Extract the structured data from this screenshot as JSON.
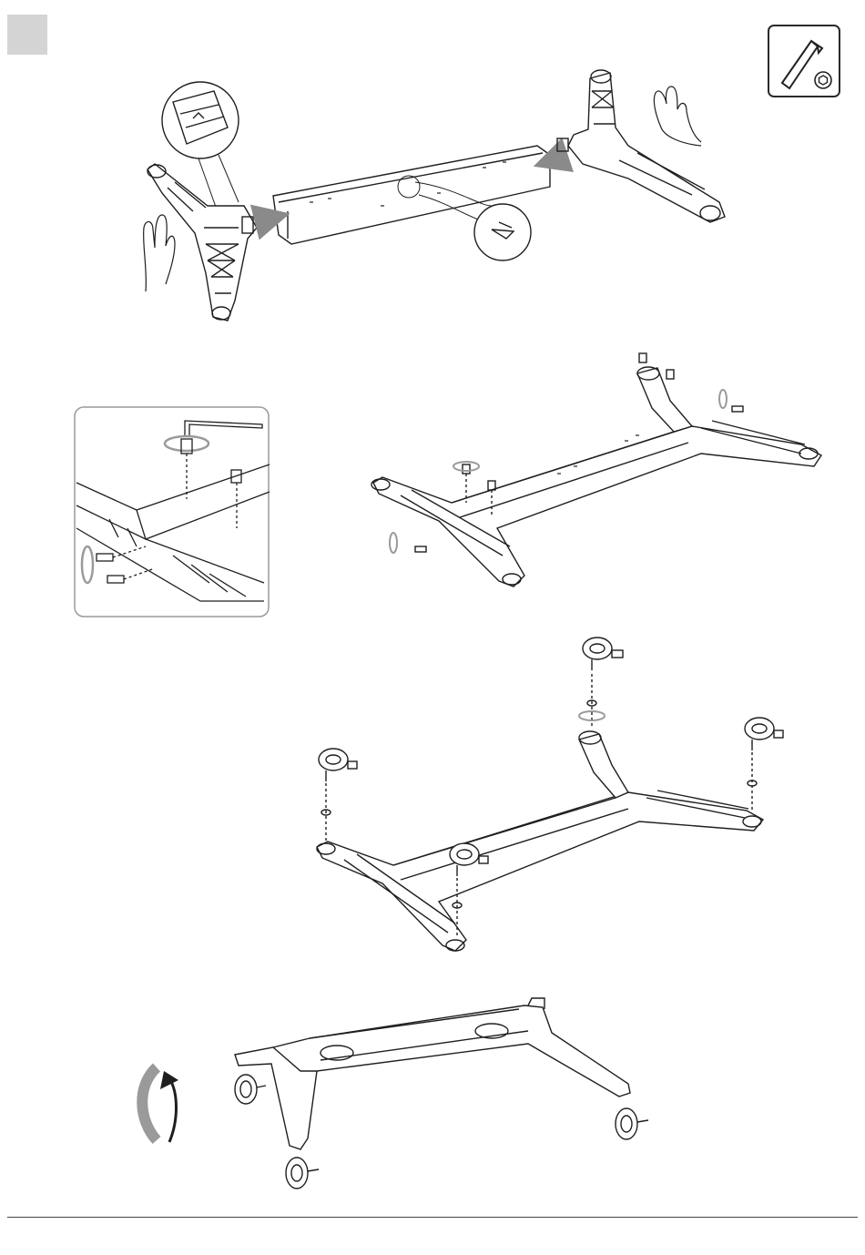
{
  "page": {
    "step_marker": "",
    "colors": {
      "line": "#1f1f1f",
      "step_box": "#d4d4d4",
      "arrow": "#8a8a8a",
      "rotate_arrow": "#9a9a9a",
      "detail_border": "#9a9a9a"
    }
  },
  "tool": {
    "icon": "hex-key-icon"
  },
  "steps": [
    {
      "name": "attach-legs-to-beam",
      "icons": [
        "hand-icon",
        "push-arrow-icon",
        "magnifier-detail"
      ]
    },
    {
      "name": "fasten-screws-with-hex-key",
      "icons": [
        "hex-key-icon",
        "screw-icon",
        "rotate-arrow-icon"
      ]
    },
    {
      "name": "install-casters",
      "icons": [
        "caster-icon",
        "washer-icon"
      ]
    },
    {
      "name": "flip-stand-upright",
      "icons": [
        "flip-arrow-icon"
      ]
    }
  ]
}
